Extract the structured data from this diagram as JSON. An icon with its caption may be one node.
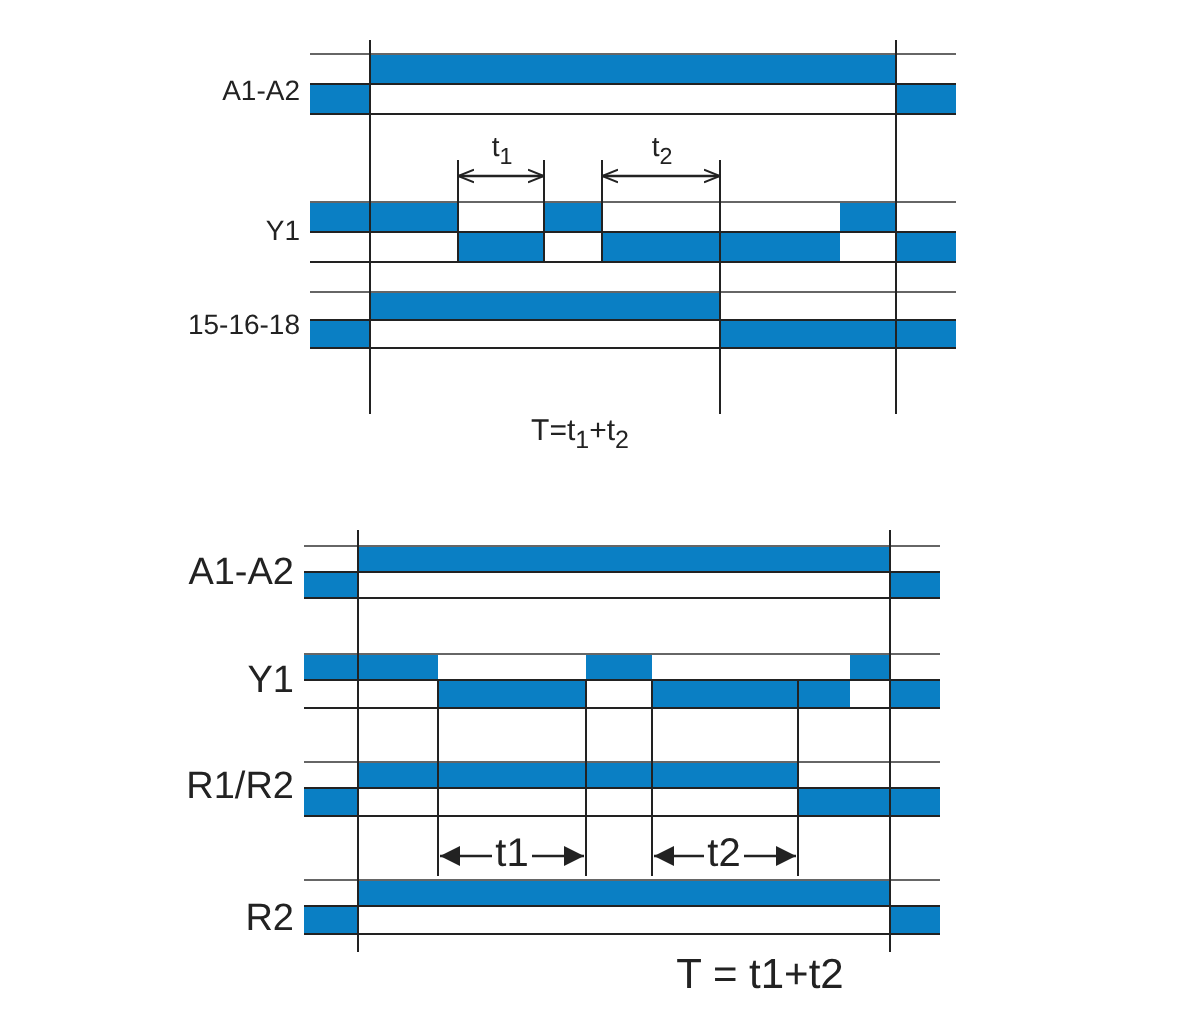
{
  "diagram": {
    "labels": [
      "A1-A2",
      "t$_{1}$",
      "t$_{2}$",
      "Y1",
      "15-16-18",
      "T=t$_{1}$+t$_{2}$",
      "A1-A2",
      "Y1",
      "R1/R2",
      "t1",
      "t2",
      "R2",
      "T = t1+t2"
    ]
  }
}
